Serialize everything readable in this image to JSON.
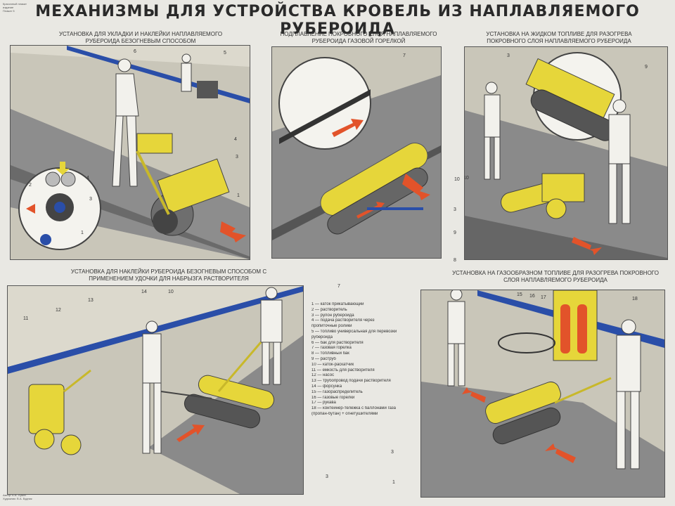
{
  "title": "МЕХАНИЗМЫ ДЛЯ УСТРОЙСТВА КРОВЕЛЬ ИЗ НАПЛАВЛЯЕМОГО РУБЕРОИДА",
  "corner_top": [
    "Красочный плакат",
    "издание",
    "Плакат 5"
  ],
  "corner_bottom": [
    "Автор: Б.В. Лукин",
    "Художник: В.А. Будник"
  ],
  "panels": {
    "p1": {
      "caption": "установка для укладки и наклейки наплавляемого рубероида безогневым способом"
    },
    "p2": {
      "caption": "подплавление покровного слоя наплавляемого рубероида газовой горелкой"
    },
    "p3": {
      "caption": "установка на жидком топливе для разогрева покровного слоя наплавляемого рубероида"
    },
    "p4": {
      "caption": "установка для наклейки рубероида безогневым способом с применением удочки для набрызга растворителя"
    },
    "p5": {
      "caption": "установка на газообразном топливе для разогрева покровного слоя наплавляемого рубероида"
    }
  },
  "legend": [
    "1 — каток прикатывающий",
    "2 — растворитель",
    "3 — рулон рубероида",
    "4 — подача растворителя через",
    "     пропиточные ролики",
    "5 — топливо универсальная для перевозки",
    "     рубероида",
    "6 — бак для растворителя",
    "7 — газовая горелка",
    "8 — топливный бак",
    "9 — раструб",
    "10 — каток-раскатчик",
    "11 — емкость для растворителя",
    "12 — насос",
    "13 — трубопровод подачи растворителя",
    "14 — форсунка",
    "15 — газораспределитель",
    "16 — газовые горелки",
    "17 — рукава",
    "18 — контейнер-тележка с баллонами газа",
    "     (пропан-бутан) + огнетушителями"
  ],
  "callouts": {
    "p1": [
      "6",
      "5",
      "4",
      "3",
      "1",
      "4",
      "2",
      "3",
      "1"
    ],
    "p2": [
      "7",
      "7"
    ],
    "p3": [
      "3",
      "9",
      "10",
      "3",
      "9",
      "8"
    ],
    "p4": [
      "11",
      "12",
      "13",
      "14",
      "10",
      "3"
    ],
    "p5": [
      "15",
      "16",
      "17",
      "18",
      "3",
      "1"
    ]
  },
  "colors": {
    "rail": "#2a4ea8",
    "floor": "#b7b3a6",
    "felt": "#565656",
    "machine": "#e6d63a",
    "arrow": "#e2532a"
  }
}
